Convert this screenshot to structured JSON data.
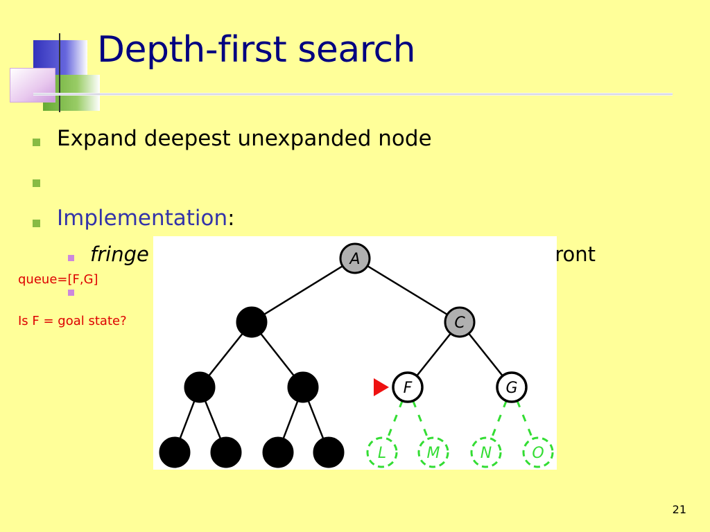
{
  "slide": {
    "title": "Depth-first search",
    "bullets": [
      {
        "text": "Expand deepest unexpanded node"
      },
      {
        "text": ""
      },
      {
        "text_main": "Implementation",
        "text_suffix": ":"
      }
    ],
    "sub_bullets": [
      {
        "text_fragment_left": "fringe",
        "text_fragment_right": "front"
      },
      {
        "text": ""
      }
    ],
    "notes": {
      "queue": "queue=[F,G]",
      "question": "Is F = goal state?"
    },
    "page_number": "21"
  },
  "tree": {
    "nodes": [
      {
        "id": "A",
        "label": "A",
        "state": "expanded"
      },
      {
        "id": "B",
        "label": "",
        "state": "visited"
      },
      {
        "id": "C",
        "label": "C",
        "state": "expanded"
      },
      {
        "id": "D",
        "label": "",
        "state": "visited"
      },
      {
        "id": "E",
        "label": "",
        "state": "visited"
      },
      {
        "id": "F",
        "label": "F",
        "state": "fringe",
        "current": true
      },
      {
        "id": "G",
        "label": "G",
        "state": "fringe"
      },
      {
        "id": "H",
        "label": "",
        "state": "visited"
      },
      {
        "id": "I",
        "label": "",
        "state": "visited"
      },
      {
        "id": "J",
        "label": "",
        "state": "visited"
      },
      {
        "id": "K",
        "label": "",
        "state": "visited"
      },
      {
        "id": "L",
        "label": "L",
        "state": "unexplored"
      },
      {
        "id": "M",
        "label": "M",
        "state": "unexplored"
      },
      {
        "id": "N",
        "label": "N",
        "state": "unexplored"
      },
      {
        "id": "O",
        "label": "O",
        "state": "unexplored"
      }
    ],
    "edges": [
      [
        "A",
        "B"
      ],
      [
        "A",
        "C"
      ],
      [
        "B",
        "D"
      ],
      [
        "B",
        "E"
      ],
      [
        "C",
        "F"
      ],
      [
        "C",
        "G"
      ],
      [
        "D",
        "H"
      ],
      [
        "D",
        "I"
      ],
      [
        "E",
        "J"
      ],
      [
        "E",
        "K"
      ],
      [
        "F",
        "L"
      ],
      [
        "F",
        "M"
      ],
      [
        "G",
        "N"
      ],
      [
        "G",
        "O"
      ]
    ],
    "colors": {
      "visited": "#000000",
      "expanded": "#b0b0b0",
      "fringe": "#ffffff",
      "unexplored": "#33dd33",
      "marker": "#ee1111"
    }
  }
}
